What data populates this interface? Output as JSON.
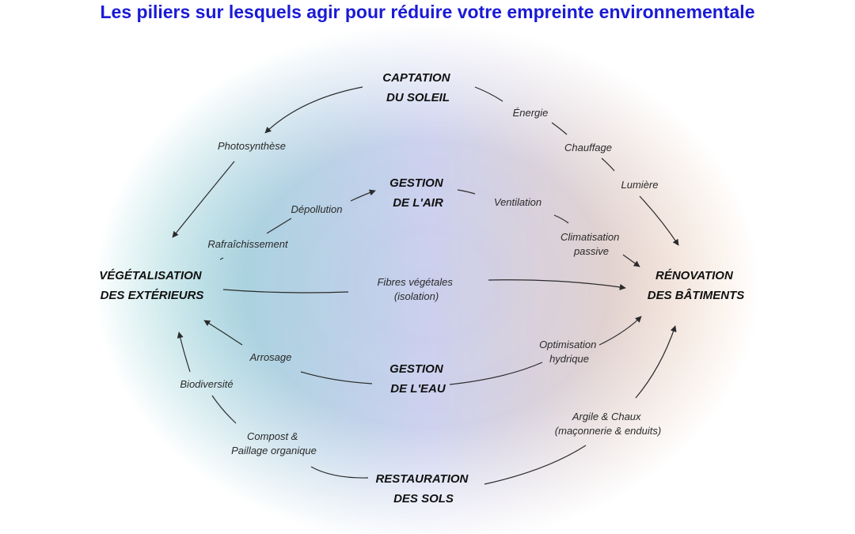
{
  "title": "Les piliers sur lesquels agir pour réduire votre empreinte environnementale",
  "colors": {
    "title": "#1a1ad6",
    "glow_left": "#5fc0c0",
    "glow_center": "#b9bfe8",
    "glow_right": "#eebf96"
  },
  "nodes": {
    "captation": [
      "CAPTATION",
      "DU SOLEIL"
    ],
    "air": [
      "GESTION",
      "DE L'AIR"
    ],
    "eau": [
      "GESTION",
      "DE L'EAU"
    ],
    "sols": [
      "RESTAURATION",
      "DES SOLS"
    ],
    "vegetalisation": [
      "VÉGÉTALISATION",
      "DES EXTÉRIEURS"
    ],
    "renovation": [
      "RÉNOVATION",
      "DES BÂTIMENTS"
    ]
  },
  "labels": {
    "energie": [
      "Énergie"
    ],
    "chauffage": [
      "Chauffage"
    ],
    "lumiere": [
      "Lumière"
    ],
    "photosynthese": [
      "Photosynthèse"
    ],
    "depollution": [
      "Dépollution"
    ],
    "rafraichissement": [
      "Rafraîchissement"
    ],
    "ventilation": [
      "Ventilation"
    ],
    "climatisation": [
      "Climatisation",
      "passive"
    ],
    "fibres": [
      "Fibres végétales",
      "(isolation)"
    ],
    "arrosage": [
      "Arrosage"
    ],
    "optimisation": [
      "Optimisation",
      "hydrique"
    ],
    "biodiversite": [
      "Biodiversité"
    ],
    "compost": [
      "Compost &",
      "Paillage organique"
    ],
    "argile": [
      "Argile & Chaux",
      "(maçonnerie & enduits)"
    ]
  }
}
